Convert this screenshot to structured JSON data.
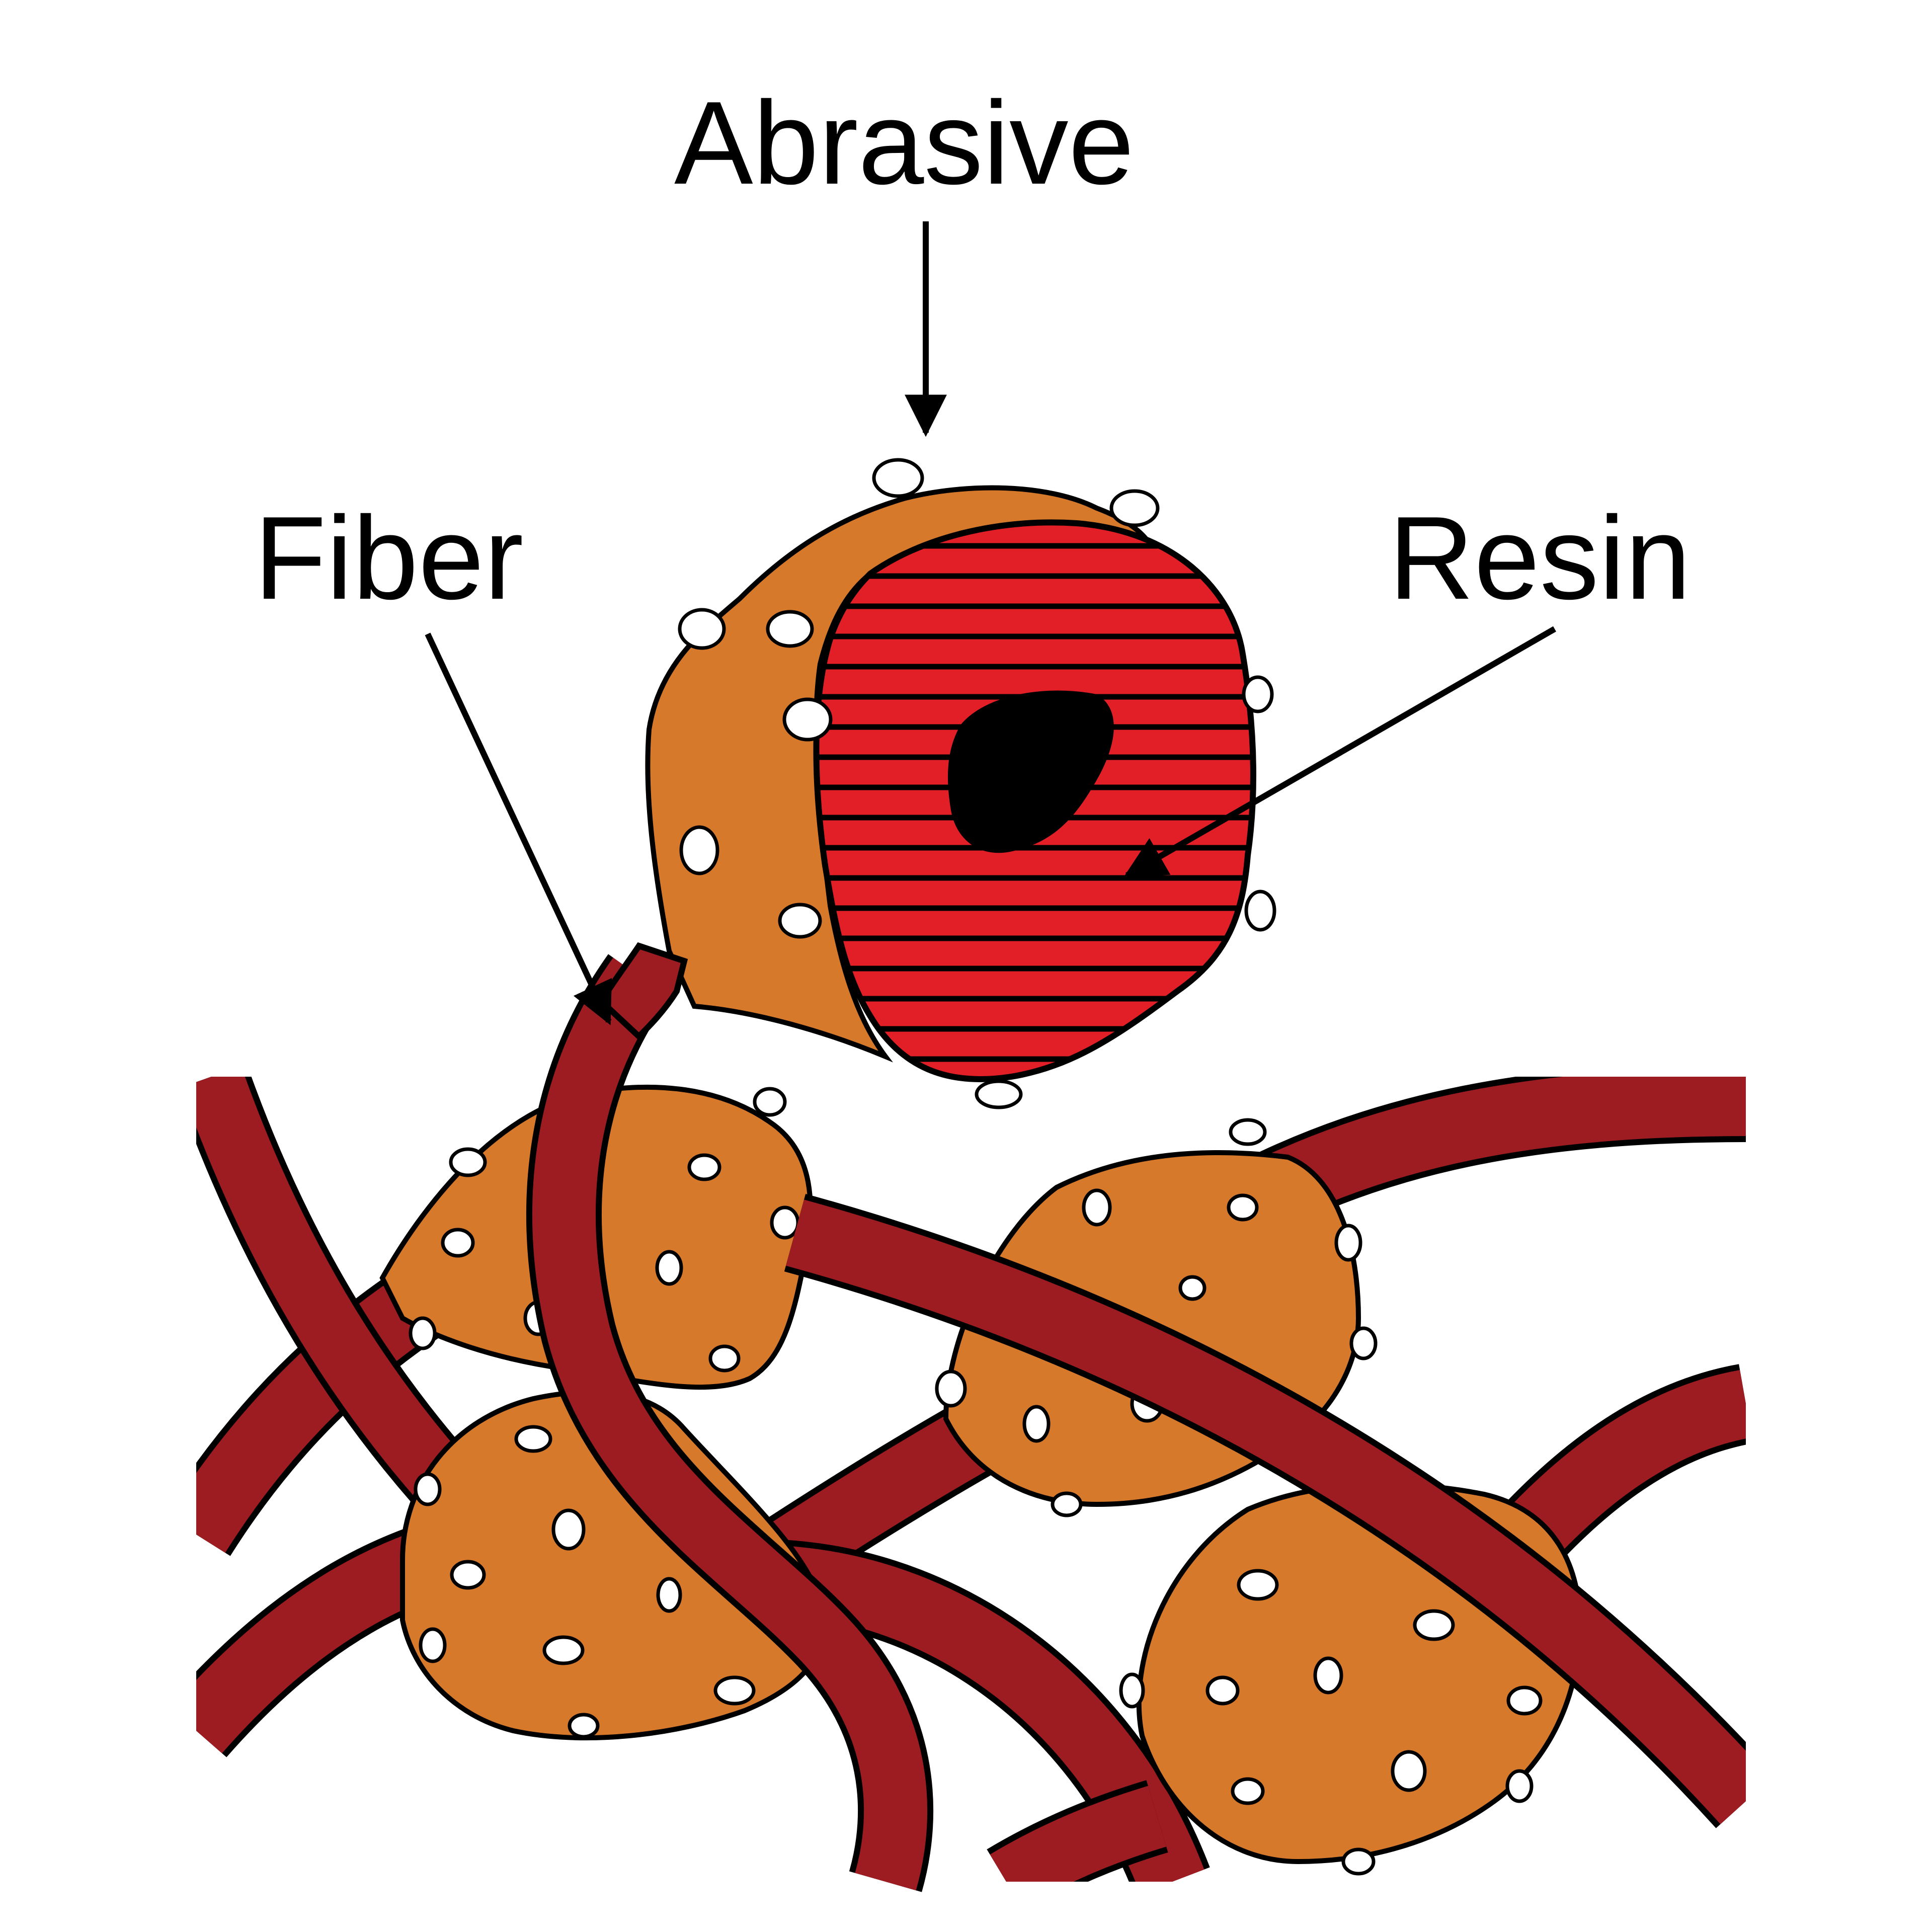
{
  "labels": {
    "abrasive": "Abrasive",
    "fiber": "Fiber",
    "resin": "Resin"
  },
  "colors": {
    "fiber": "#9c1c22",
    "resin_blob": "#d6792a",
    "resin_section": "#e21e26",
    "core": "#000000",
    "abrasive_grain": "#ffffff",
    "outline": "#000000"
  }
}
